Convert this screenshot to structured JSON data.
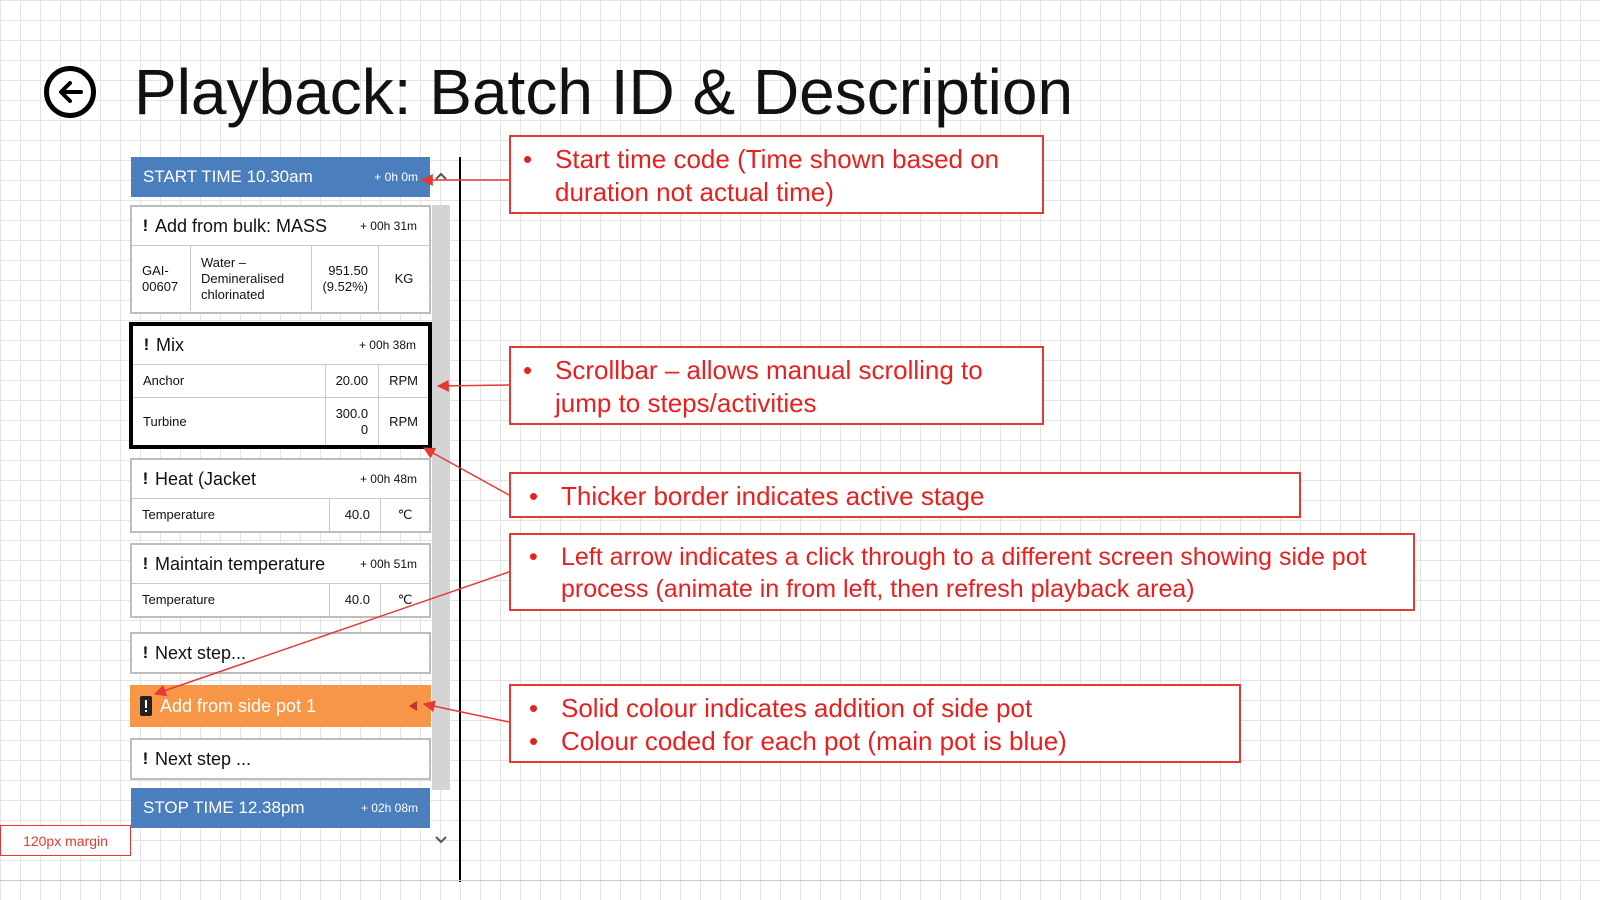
{
  "page": {
    "title": "Playback: Batch ID & Description"
  },
  "playback": {
    "start": {
      "label": "START TIME 10.30am",
      "offset": "+ 0h 0m"
    },
    "stop": {
      "label": "STOP TIME 12.38pm",
      "offset": "+ 02h 08m"
    },
    "steps": [
      {
        "name": "Add from bulk: MASS",
        "offset": "+ 00h 31m",
        "row": {
          "code": "GAI-00607",
          "material": "Water – Demineralised chlorinated",
          "qty": "951.50 (9.52%)",
          "unit": "KG"
        }
      },
      {
        "name": "Mix",
        "offset": "+ 00h 38m",
        "rows": [
          {
            "label": "Anchor",
            "value": "20.00",
            "unit": "RPM"
          },
          {
            "label": "Turbine",
            "value": "300.00",
            "unit": "RPM"
          }
        ]
      },
      {
        "name": "Heat (Jacket",
        "offset": "+ 00h 48m",
        "row": {
          "label": "Temperature",
          "value": "40.0",
          "unit": "℃"
        }
      },
      {
        "name": "Maintain temperature",
        "offset": "+ 00h 51m",
        "row": {
          "label": "Temperature",
          "value": "40.0",
          "unit": "℃"
        }
      },
      {
        "name": "Next step..."
      },
      {
        "name": "Add from side pot 1"
      },
      {
        "name": "Next step ..."
      }
    ]
  },
  "annotations": {
    "start_note": "Start time code (Time shown based on duration not actual time)",
    "scroll_note": "Scrollbar – allows manual scrolling to jump to steps/activities",
    "border_note": "Thicker border indicates active stage",
    "arrow_note": "Left arrow indicates a click through to a different screen showing side pot process (animate in from left, then refresh playback area)",
    "colour_note_1": "Solid colour indicates addition of side pot",
    "colour_note_2": "Colour coded for each pot (main pot is blue)",
    "margin_label": "120px margin"
  },
  "colors": {
    "main_pot": "#4a7ebd",
    "side_pot_1": "#f79646",
    "annotation": "#e53935"
  },
  "icons": {
    "back": "back-arrow-circle-icon",
    "step": "exclamation-icon",
    "side_pot": "side-pot-icon",
    "expand": "left-arrow-icon"
  }
}
